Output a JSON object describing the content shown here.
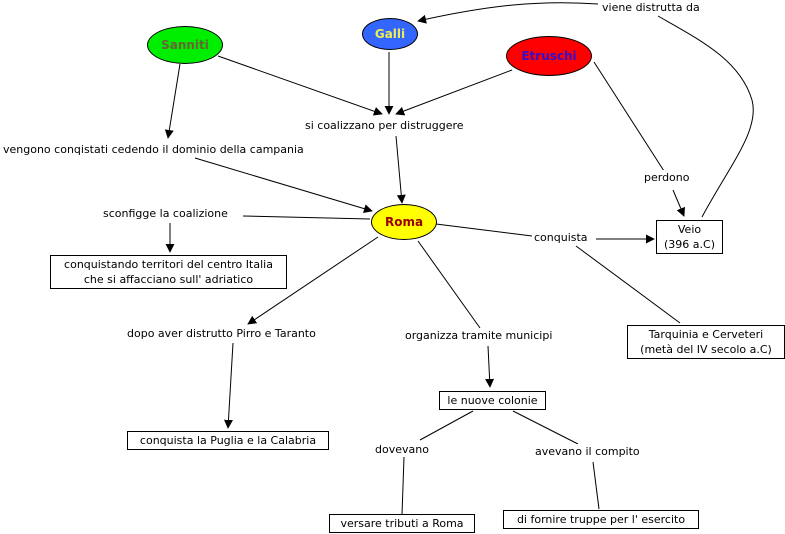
{
  "concepts": {
    "sanniti": {
      "label": "Sanniti",
      "fill": "#00ee00",
      "text_color": "#666633"
    },
    "galli": {
      "label": "Galli",
      "fill": "#3366ff",
      "text_color": "#eeee55"
    },
    "etruschi": {
      "label": "Etruschi",
      "fill": "#ff0000",
      "text_color": "#3311cc"
    },
    "roma": {
      "label": "Roma",
      "fill": "#ffff00",
      "text_color": "#990000"
    },
    "veio": {
      "line1": "Veio",
      "line2": "(396 a.C)"
    },
    "tarquinia": {
      "line1": "Tarquinia e Cerveteri",
      "line2": "(metà del IV secolo a.C)"
    },
    "centro_italia": {
      "line1": "conquistando territori del centro Italia",
      "line2": "che si affacciano sull' adriatico"
    },
    "puglia": {
      "label": "conquista la Puglia e la Calabria"
    },
    "colonie": {
      "label": "le nuove colonie"
    },
    "tributi": {
      "label": "versare tributi a Roma"
    },
    "truppe": {
      "label": "di fornire truppe per l' esercito"
    }
  },
  "links": {
    "viene_distrutta": "viene distrutta da",
    "coalizzano": "si coalizzano per distruggere",
    "vengono_conquistati": "vengono conqistati cedendo il dominio della campania",
    "sconfigge": "sconfigge la coalizione",
    "perdono": "perdono",
    "conquista": "conquista",
    "dopo_aver": "dopo aver distrutto Pirro e Taranto",
    "organizza": "organizza tramite municipi",
    "dovevano": "dovevano",
    "avevano": "avevano il compito"
  }
}
